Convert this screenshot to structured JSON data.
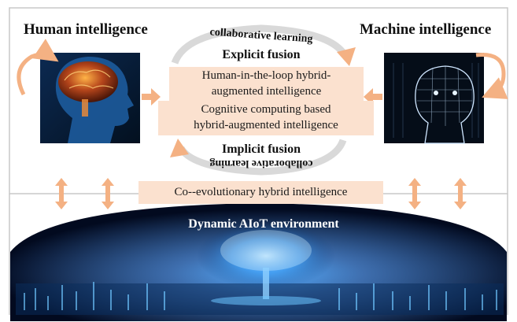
{
  "human": {
    "title": "Human intelligence",
    "image": "brain-head-icon"
  },
  "machine": {
    "title": "Machine intelligence",
    "image": "wireframe-robot-head-icon"
  },
  "loop": {
    "top_label": "collaborative learning",
    "bottom_label": "collaborative learning",
    "arrow_color": "#d9d9d9",
    "arrow_head_color": "#f4b183"
  },
  "explicit": {
    "title": "Explicit fusion"
  },
  "implicit": {
    "title": "Implicit fusion"
  },
  "boxes": {
    "hitl_line1": "Human-in-the-loop hybrid-",
    "hitl_line2": "augmented intelligence",
    "cc_line1": "Cognitive computing based",
    "cc_line2": "hybrid-augmented intelligence",
    "coevo": "Co--evolutionary hybrid intelligence"
  },
  "environment": {
    "title": "Dynamic AIoT environment",
    "image": "digital-tree-city-icon"
  },
  "colors": {
    "box_fill": "#fbe1cf",
    "arrow": "#f4b183",
    "panel_border": "#c8c8c8",
    "env_bg": "#020a1f",
    "env_glow": "#1e7fd8"
  }
}
